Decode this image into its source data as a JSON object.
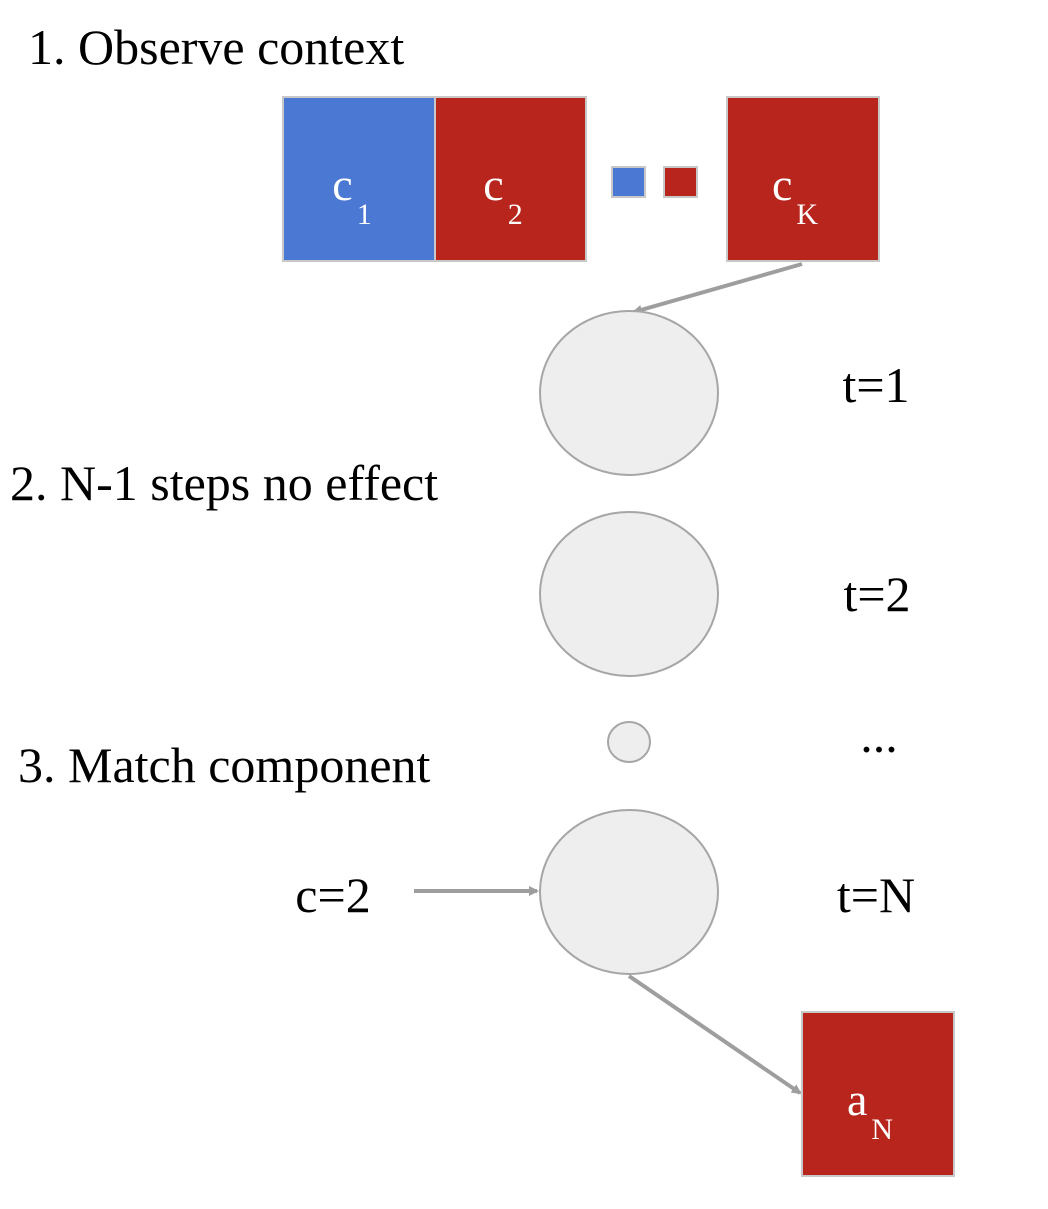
{
  "colors": {
    "blue": "#4a78d2",
    "red": "#b8251d",
    "node_fill": "#eeeeee",
    "node_stroke": "#a6a6a6",
    "arrow": "#9e9e9e",
    "box_border": "#c8c8c8",
    "text": "#000000",
    "box_text": "#ffffff"
  },
  "steps": {
    "observe": "1. Observe context",
    "no_effect": "2. N-1 steps no effect",
    "match": "3. Match component"
  },
  "context": {
    "c1": {
      "base": "c",
      "sub": "1"
    },
    "c2": {
      "base": "c",
      "sub": "2"
    },
    "cK": {
      "base": "c",
      "sub": "K"
    }
  },
  "timesteps": {
    "t1": "t=1",
    "t2": "t=2",
    "ellipsis": "...",
    "tN": "t=N"
  },
  "cue": "c=2",
  "action": {
    "base": "a",
    "sub": "N"
  }
}
